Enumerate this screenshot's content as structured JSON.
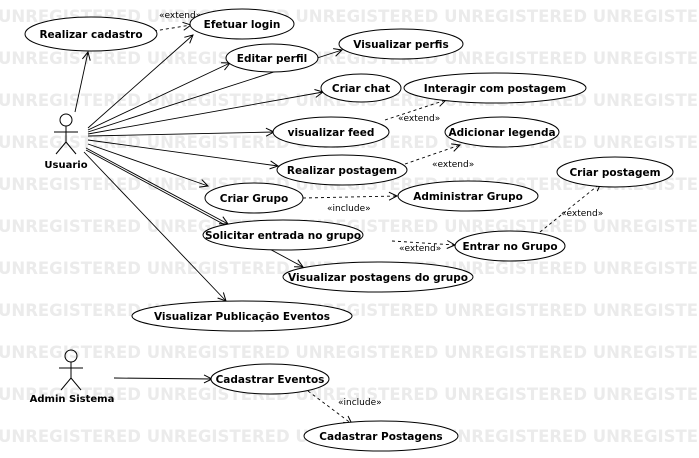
{
  "watermark": "UNREGISTERED UNREGISTERED UNREGISTERED UNREGISTERED UNREGISTERED",
  "actors": {
    "usuario": "Usuario",
    "admin": "Admin Sistema"
  },
  "use_cases": {
    "realizar_cadastro": "Realizar cadastro",
    "efetuar_login": "Efetuar login",
    "editar_perfil": "Editar perfil",
    "visualizar_perfis": "Visualizar perfis",
    "criar_chat": "Criar chat",
    "interagir_postagem": "Interagir com postagem",
    "visualizar_feed": "visualizar feed",
    "adicionar_legenda": "Adicionar legenda",
    "realizar_postagem": "Realizar postagem",
    "criar_postagem": "Criar postagem",
    "criar_grupo": "Criar Grupo",
    "administrar_grupo": "Administrar Grupo",
    "solicitar_entrada": "Solicitar entrada no grupo",
    "entrar_grupo": "Entrar no Grupo",
    "visualizar_postagens_grupo": "Visualizar postagens do grupo",
    "visualizar_publicacao_eventos": "Visualizar Publicação Eventos",
    "cadastrar_eventos": "Cadastrar Eventos",
    "cadastrar_postagens": "Cadastrar Postagens"
  },
  "relations": {
    "extend_login": "«extend»",
    "extend_interagir": "«extend»",
    "extend_legenda": "«extend»",
    "include_administrar": "«include»",
    "extend_entrar": "«extend»",
    "extend_criar_postagem": "«extend»",
    "include_cadastrar_postagens": "«include»"
  },
  "colors": {
    "line": "#000000",
    "watermark": "#ebebeb",
    "background": "#ffffff"
  }
}
